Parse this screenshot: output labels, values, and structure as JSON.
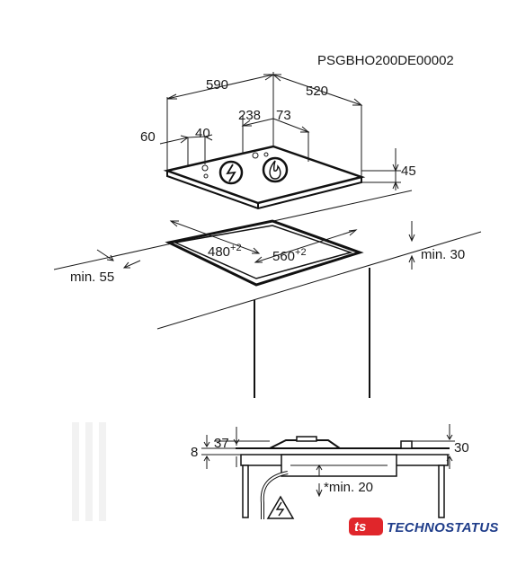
{
  "document_code": "PSGBHO200DE00002",
  "top_view": {
    "width": "590",
    "depth": "520",
    "offset_a": "238",
    "offset_b": "73",
    "edge_left": "60",
    "edge_front": "40",
    "height": "45"
  },
  "cutout": {
    "width_base": "480",
    "width_tol": "+2",
    "depth_base": "560",
    "depth_tol": "+2",
    "min_front": "min. 55",
    "min_back": "min. 30"
  },
  "side_view": {
    "left_height": "8",
    "left_depth": "37",
    "right_height": "30",
    "clearance": "*min. 20"
  },
  "brand": {
    "logo_text": "ts",
    "name": "TECHNOSTATUS",
    "color": "#1f3d8a",
    "accent": "#e0262b"
  }
}
